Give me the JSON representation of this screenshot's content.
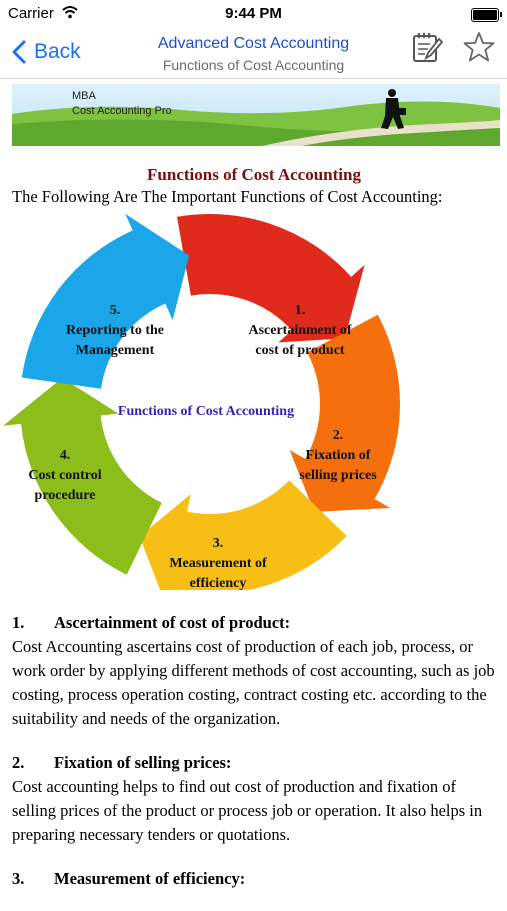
{
  "status": {
    "carrier": "Carrier",
    "time": "9:44 PM"
  },
  "nav": {
    "back_label": "Back",
    "title": "Advanced Cost Accounting",
    "subtitle": "Functions of Cost Accounting"
  },
  "banner": {
    "line1": "MBA",
    "line2": "Cost Accounting Pro"
  },
  "article": {
    "heading": "Functions of Cost Accounting",
    "intro": "The Following Are The Important Functions of Cost Accounting:"
  },
  "diagram": {
    "center": "Functions of Cost Accounting",
    "segments": [
      {
        "num": "1.",
        "lines": [
          "Ascertainment of",
          "cost of product"
        ],
        "color": "#e02a1c"
      },
      {
        "num": "2.",
        "lines": [
          "Fixation of",
          "selling prices"
        ],
        "color": "#f5700d"
      },
      {
        "num": "3.",
        "lines": [
          "Measurement of",
          "efficiency"
        ],
        "color": "#f7bf15"
      },
      {
        "num": "4.",
        "lines": [
          "Cost control",
          "procedure"
        ],
        "color": "#8dbd1b"
      },
      {
        "num": "5.",
        "lines": [
          "Reporting to the",
          "Management"
        ],
        "color": "#1aa6e8"
      }
    ],
    "center_color": "#3a1fb3"
  },
  "sections": [
    {
      "num": "1.",
      "title": "Ascertainment of cost of product:",
      "body": "Cost Accounting ascertains cost of production of each job, process, or work order by applying different methods of cost accounting, such as job costing, process operation costing, contract costing etc. according to the suitability and needs of the organization."
    },
    {
      "num": "2.",
      "title": "Fixation of selling prices:",
      "body": "Cost accounting helps to find out cost of production and fixation of selling prices of the product or process job or operation. It also helps in preparing necessary tenders or quotations."
    },
    {
      "num": "3.",
      "title": "Measurement of efficiency:",
      "body": ""
    }
  ]
}
